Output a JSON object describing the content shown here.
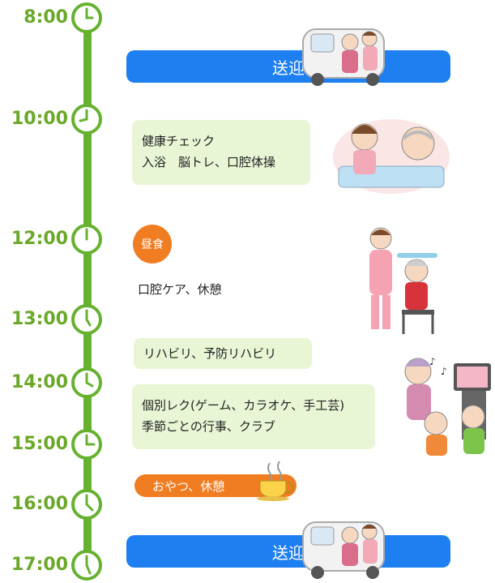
{
  "times": [
    "8:00",
    "10:00",
    "12:00",
    "13:00",
    "14:00",
    "15:00",
    "16:00",
    "17:00"
  ],
  "pickup_top": "送迎",
  "morning": {
    "line1": "健康チェック",
    "line2": "入浴　脳トレ、口腔体操"
  },
  "lunch": "昼食",
  "after_lunch": "口腔ケア、休憩",
  "rehab": "リハビリ、予防リハビリ",
  "afternoon": {
    "line1": "個別レク(ゲーム、カラオケ、手工芸)",
    "line2": "季節ごとの行事、クラブ"
  },
  "snack": "おやつ、休憩",
  "pickup_bottom": "送迎",
  "colors": {
    "timeline_green": "#66b230",
    "time_text": "#6aa829",
    "pickup_blue": "#1e7ff0",
    "card_green": "#e8f6d5",
    "accent_orange": "#f07d22"
  }
}
